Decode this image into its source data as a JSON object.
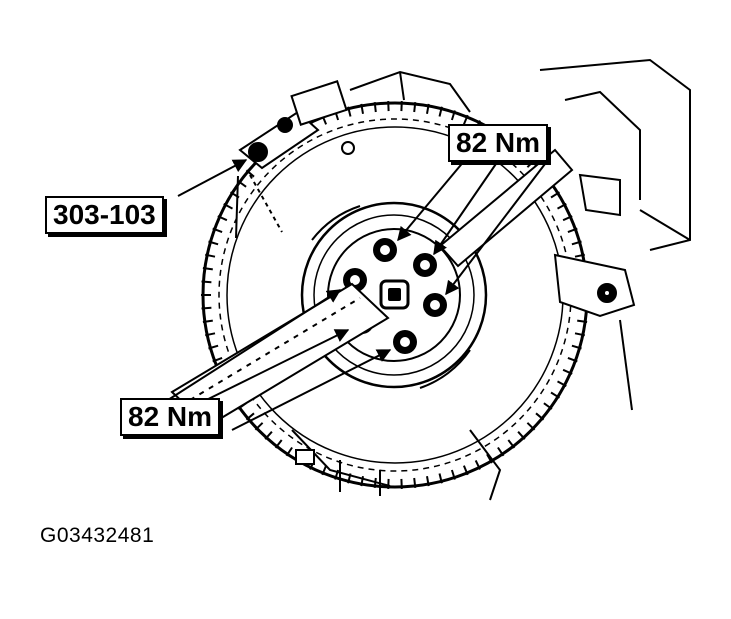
{
  "figure": {
    "callouts": {
      "tool": "303-103",
      "torque_top": "82 Nm",
      "torque_bottom": "82 Nm"
    },
    "figure_id": "G03432481"
  }
}
